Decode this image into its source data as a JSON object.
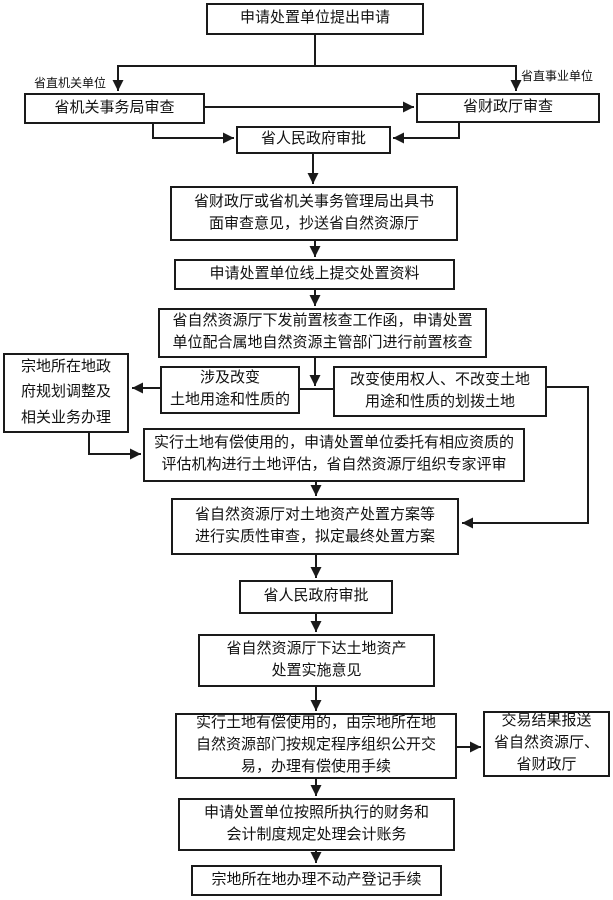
{
  "flowchart": {
    "branch_labels": {
      "left": "省直机关单位",
      "right": "省直事业单位"
    },
    "nodes": {
      "apply": "申请处置单位提出申请",
      "org_review": "省机关事务局审查",
      "finance_review": "省财政厅审查",
      "gov_approve_1": "省人民政府审批",
      "written_opinion": "省财政厅或省机关事务管理局出具书\n面审查意见，抄送省自然资源厅",
      "submit_online": "申请处置单位线上提交处置资料",
      "precheck": "省自然资源厅下发前置核查工作函，申请处置\n单位配合属地自然资源主管部门进行前置核查",
      "planning": "宗地所在地政\n府规划调整及\n相关业务办理",
      "change_use": "涉及改变\n土地用途和性质的",
      "change_holder": "改变使用权人、不改变土地\n用途和性质的划拨土地",
      "evaluation": "实行土地有偿使用的，申请处置单位委托有相应资质的\n评估机构进行土地评估，省自然资源厅组织专家评审",
      "substantive_review": "省自然资源厅对土地资产处置方案等\n进行实质性审查，拟定最终处置方案",
      "gov_approve_2": "省人民政府审批",
      "implement_opinion": "省自然资源厅下达土地资产\n处置实施意见",
      "open_trade": "实行土地有偿使用的，由宗地所在地\n自然资源部门按规定程序组织公开交\n易，办理有偿使用手续",
      "report_result": "交易结果报送\n省自然资源厅、\n省财政厅",
      "accounting": "申请处置单位按照所执行的财务和\n会计制度规定处理会计账务",
      "registration": "宗地所在地办理不动产登记手续"
    },
    "line_color": "#1a1a1a"
  }
}
